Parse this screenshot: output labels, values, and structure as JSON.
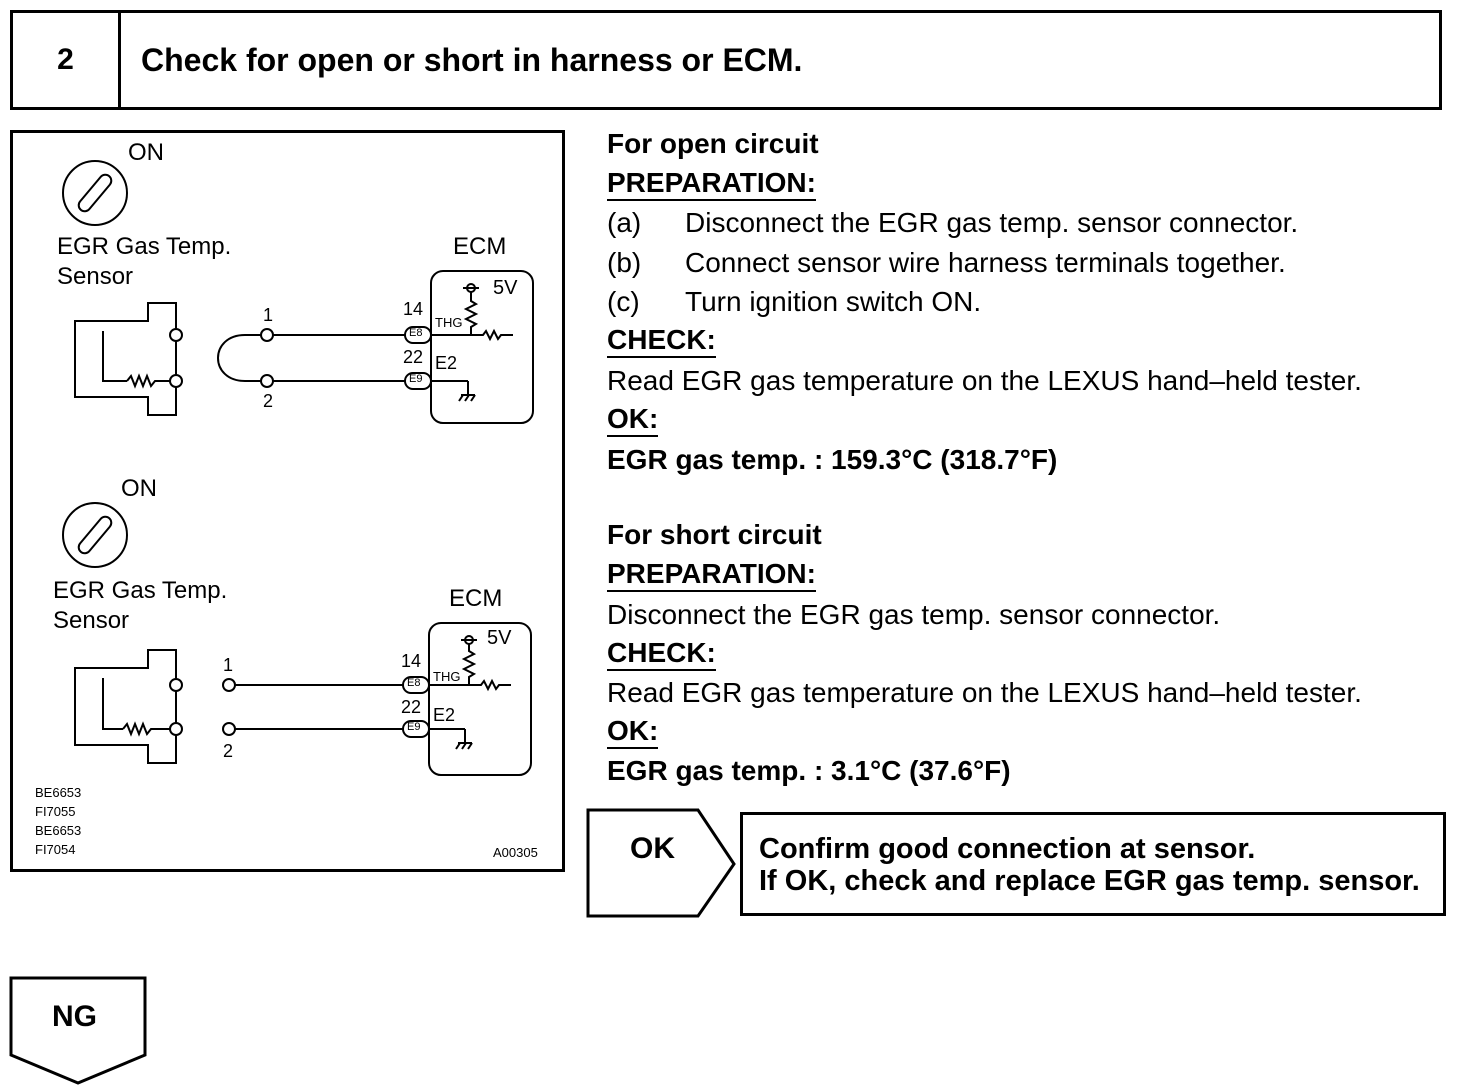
{
  "header": {
    "step_number": "2",
    "title": "Check for open or short in harness or ECM."
  },
  "diagram": {
    "top": {
      "switch_label": "ON",
      "sensor_line1": "EGR Gas Temp.",
      "sensor_line2": "Sensor",
      "ecm_label": "ECM",
      "voltage": "5V",
      "pin1": "1",
      "pin2": "2",
      "ecm_pin_14": "14",
      "ecm_pin_22": "22",
      "connector_e8": "E8",
      "connector_e9": "E9",
      "thg": "THG",
      "e2": "E2"
    },
    "bottom": {
      "switch_label": "ON",
      "sensor_line1": "EGR Gas Temp.",
      "sensor_line2": "Sensor",
      "ecm_label": "ECM",
      "voltage": "5V",
      "pin1": "1",
      "pin2": "2",
      "ecm_pin_14": "14",
      "ecm_pin_22": "22",
      "connector_e8": "E8",
      "connector_e9": "E9",
      "thg": "THG",
      "e2": "E2"
    },
    "refs": [
      "BE6653",
      "FI7055",
      "BE6653",
      "FI7054"
    ],
    "figure_id": "A00305"
  },
  "open_circuit": {
    "heading": "For open circuit",
    "prep_label": "PREPARATION:",
    "steps": [
      {
        "letter": "(a)",
        "text": "Disconnect the EGR gas temp. sensor connector."
      },
      {
        "letter": "(b)",
        "text": "Connect sensor wire harness terminals together."
      },
      {
        "letter": "(c)",
        "text": "Turn ignition switch ON."
      }
    ],
    "check_label": "CHECK:",
    "check_text": "Read EGR gas temperature on the LEXUS hand–held tester.",
    "ok_label": "OK:",
    "ok_value": "EGR gas temp. : 159.3°C (318.7°F)"
  },
  "short_circuit": {
    "heading": "For short circuit",
    "prep_label": "PREPARATION:",
    "prep_text": "Disconnect the EGR gas temp. sensor connector.",
    "check_label": "CHECK:",
    "check_text": "Read EGR gas temperature on the LEXUS hand–held tester.",
    "ok_label": "OK:",
    "ok_value": "EGR gas temp. : 3.1°C (37.6°F)"
  },
  "flow": {
    "ok_label": "OK",
    "ok_line1": "Confirm good connection at sensor.",
    "ok_line2": "If OK, check and replace EGR gas temp. sensor.",
    "ng_label": "NG"
  }
}
